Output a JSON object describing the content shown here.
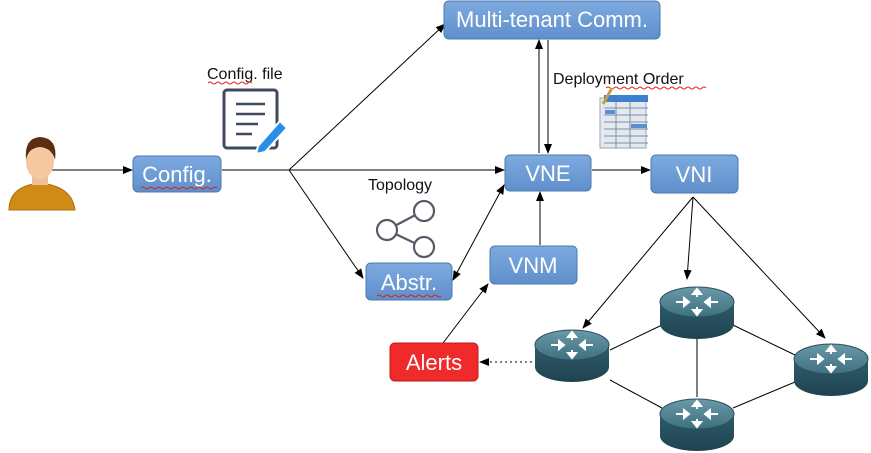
{
  "nodes": {
    "multi_tenant": "Multi-tenant Comm.",
    "config": "Config.",
    "vne": "VNE",
    "vni": "VNI",
    "vnm": "VNM",
    "abstr": "Abstr.",
    "alerts": "Alerts"
  },
  "labels": {
    "config_file": "Config. file",
    "deployment_order": "Deployment Order",
    "topology": "Topology"
  },
  "colors": {
    "box_fill": "#6f9fd8",
    "box_stroke": "#4a78b0",
    "alert_fill": "#f02a2a",
    "router_fill": "#3e6f7e",
    "line": "#000000"
  },
  "icons": [
    "user-icon",
    "document-edit-icon",
    "spreadsheet-icon",
    "share-graph-icon",
    "router-icon"
  ]
}
